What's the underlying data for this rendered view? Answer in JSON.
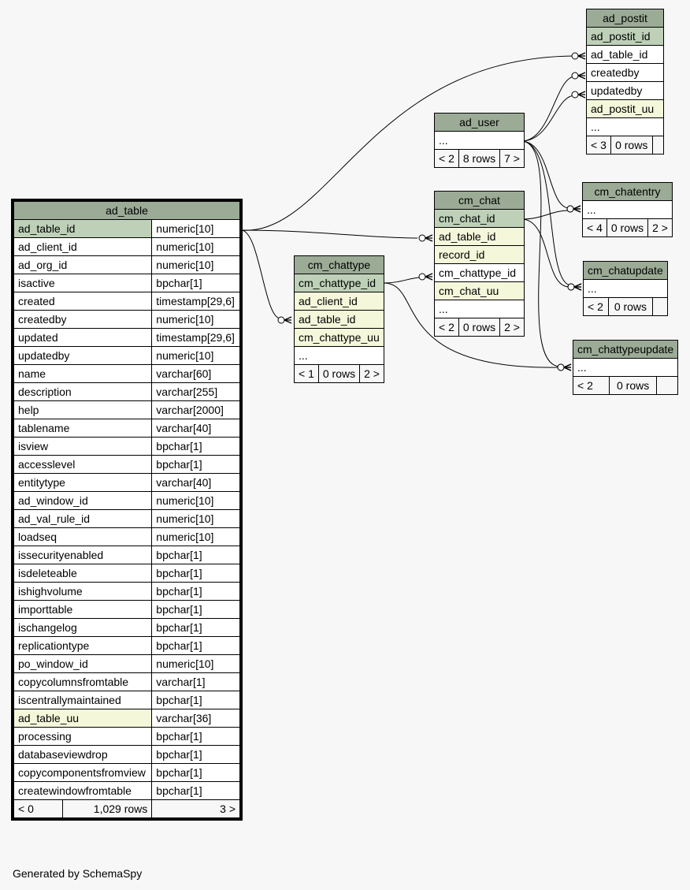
{
  "credit": "Generated by SchemaSpy",
  "tables": {
    "ad_table": {
      "name": "ad_table",
      "columns": [
        {
          "name": "ad_table_id",
          "type": "numeric[10]",
          "key": "pk"
        },
        {
          "name": "ad_client_id",
          "type": "numeric[10]",
          "key": ""
        },
        {
          "name": "ad_org_id",
          "type": "numeric[10]",
          "key": ""
        },
        {
          "name": "isactive",
          "type": "bpchar[1]",
          "key": ""
        },
        {
          "name": "created",
          "type": "timestamp[29,6]",
          "key": ""
        },
        {
          "name": "createdby",
          "type": "numeric[10]",
          "key": ""
        },
        {
          "name": "updated",
          "type": "timestamp[29,6]",
          "key": ""
        },
        {
          "name": "updatedby",
          "type": "numeric[10]",
          "key": ""
        },
        {
          "name": "name",
          "type": "varchar[60]",
          "key": ""
        },
        {
          "name": "description",
          "type": "varchar[255]",
          "key": ""
        },
        {
          "name": "help",
          "type": "varchar[2000]",
          "key": ""
        },
        {
          "name": "tablename",
          "type": "varchar[40]",
          "key": ""
        },
        {
          "name": "isview",
          "type": "bpchar[1]",
          "key": ""
        },
        {
          "name": "accesslevel",
          "type": "bpchar[1]",
          "key": ""
        },
        {
          "name": "entitytype",
          "type": "varchar[40]",
          "key": ""
        },
        {
          "name": "ad_window_id",
          "type": "numeric[10]",
          "key": ""
        },
        {
          "name": "ad_val_rule_id",
          "type": "numeric[10]",
          "key": ""
        },
        {
          "name": "loadseq",
          "type": "numeric[10]",
          "key": ""
        },
        {
          "name": "issecurityenabled",
          "type": "bpchar[1]",
          "key": ""
        },
        {
          "name": "isdeleteable",
          "type": "bpchar[1]",
          "key": ""
        },
        {
          "name": "ishighvolume",
          "type": "bpchar[1]",
          "key": ""
        },
        {
          "name": "importtable",
          "type": "bpchar[1]",
          "key": ""
        },
        {
          "name": "ischangelog",
          "type": "bpchar[1]",
          "key": ""
        },
        {
          "name": "replicationtype",
          "type": "bpchar[1]",
          "key": ""
        },
        {
          "name": "po_window_id",
          "type": "numeric[10]",
          "key": ""
        },
        {
          "name": "copycolumnsfromtable",
          "type": "varchar[1]",
          "key": ""
        },
        {
          "name": "iscentrallymaintained",
          "type": "bpchar[1]",
          "key": ""
        },
        {
          "name": "ad_table_uu",
          "type": "varchar[36]",
          "key": "uu"
        },
        {
          "name": "processing",
          "type": "bpchar[1]",
          "key": ""
        },
        {
          "name": "databaseviewdrop",
          "type": "bpchar[1]",
          "key": ""
        },
        {
          "name": "copycomponentsfromview",
          "type": "bpchar[1]",
          "key": ""
        },
        {
          "name": "createwindowfromtable",
          "type": "bpchar[1]",
          "key": ""
        }
      ],
      "footer": [
        "< 0",
        "1,029 rows",
        "3 >"
      ]
    },
    "ad_postit": {
      "name": "ad_postit",
      "columns": [
        {
          "name": "ad_postit_id",
          "key": "pk"
        },
        {
          "name": "ad_table_id",
          "key": ""
        },
        {
          "name": "createdby",
          "key": ""
        },
        {
          "name": "updatedby",
          "key": ""
        },
        {
          "name": "ad_postit_uu",
          "key": "uu"
        },
        {
          "name": "...",
          "key": ""
        }
      ],
      "footer": [
        "< 3",
        "0 rows",
        ""
      ]
    },
    "ad_user": {
      "name": "ad_user",
      "columns": [
        {
          "name": "...",
          "key": ""
        }
      ],
      "footer": [
        "< 2",
        "8 rows",
        "7 >"
      ]
    },
    "cm_chat": {
      "name": "cm_chat",
      "columns": [
        {
          "name": "cm_chat_id",
          "key": "pk"
        },
        {
          "name": "ad_table_id",
          "key": "fk"
        },
        {
          "name": "record_id",
          "key": "fk"
        },
        {
          "name": "cm_chattype_id",
          "key": ""
        },
        {
          "name": "cm_chat_uu",
          "key": "uu"
        },
        {
          "name": "...",
          "key": ""
        }
      ],
      "footer": [
        "< 2",
        "0 rows",
        "2 >"
      ]
    },
    "cm_chattype": {
      "name": "cm_chattype",
      "columns": [
        {
          "name": "cm_chattype_id",
          "key": "pk"
        },
        {
          "name": "ad_client_id",
          "key": "fk"
        },
        {
          "name": "ad_table_id",
          "key": "fk"
        },
        {
          "name": "cm_chattype_uu",
          "key": "uu"
        },
        {
          "name": "...",
          "key": ""
        }
      ],
      "footer": [
        "< 1",
        "0 rows",
        "2 >"
      ]
    },
    "cm_chatentry": {
      "name": "cm_chatentry",
      "columns": [
        {
          "name": "...",
          "key": ""
        }
      ],
      "footer": [
        "< 4",
        "0 rows",
        "2 >"
      ]
    },
    "cm_chatupdate": {
      "name": "cm_chatupdate",
      "columns": [
        {
          "name": "...",
          "key": ""
        }
      ],
      "footer": [
        "< 2",
        "0 rows",
        ""
      ]
    },
    "cm_chattypeupdate": {
      "name": "cm_chattypeupdate",
      "columns": [
        {
          "name": "...",
          "key": ""
        }
      ],
      "footer": [
        "< 2",
        "0 rows",
        ""
      ]
    }
  }
}
